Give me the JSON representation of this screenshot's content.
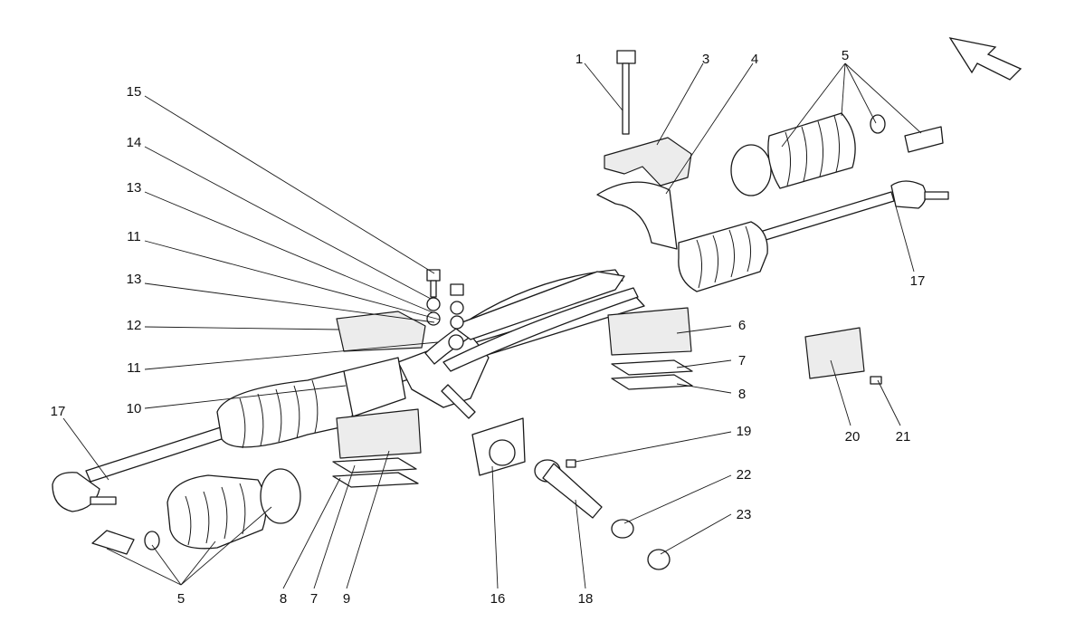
{
  "callouts": [
    {
      "id": "c1",
      "label": "1"
    },
    {
      "id": "c3",
      "label": "3"
    },
    {
      "id": "c4",
      "label": "4"
    },
    {
      "id": "c5a",
      "label": "5"
    },
    {
      "id": "c15",
      "label": "15"
    },
    {
      "id": "c14",
      "label": "14"
    },
    {
      "id": "c13a",
      "label": "13"
    },
    {
      "id": "c11a",
      "label": "11"
    },
    {
      "id": "c13b",
      "label": "13"
    },
    {
      "id": "c12",
      "label": "12"
    },
    {
      "id": "c11b",
      "label": "11"
    },
    {
      "id": "c10",
      "label": "10"
    },
    {
      "id": "c17a",
      "label": "17"
    },
    {
      "id": "c17b",
      "label": "17"
    },
    {
      "id": "c6",
      "label": "6"
    },
    {
      "id": "c7a",
      "label": "7"
    },
    {
      "id": "c8a",
      "label": "8"
    },
    {
      "id": "c19",
      "label": "19"
    },
    {
      "id": "c20",
      "label": "20"
    },
    {
      "id": "c21",
      "label": "21"
    },
    {
      "id": "c22",
      "label": "22"
    },
    {
      "id": "c23",
      "label": "23"
    },
    {
      "id": "c5b",
      "label": "5"
    },
    {
      "id": "c8b",
      "label": "8"
    },
    {
      "id": "c7b",
      "label": "7"
    },
    {
      "id": "c9",
      "label": "9"
    },
    {
      "id": "c16",
      "label": "16"
    },
    {
      "id": "c18",
      "label": "18"
    }
  ],
  "icons": {
    "direction": "direction-arrow-icon"
  }
}
